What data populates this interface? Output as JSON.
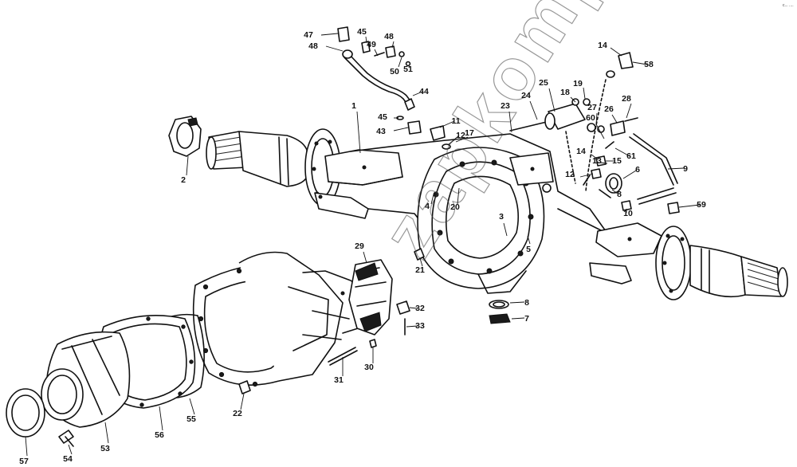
{
  "watermark": "zapkomp.ru",
  "corner_mark": "c... ....",
  "labels": [
    {
      "n": "1"
    },
    {
      "n": "2"
    },
    {
      "n": "3"
    },
    {
      "n": "4"
    },
    {
      "n": "5"
    },
    {
      "n": "6"
    },
    {
      "n": "7"
    },
    {
      "n": "8"
    },
    {
      "n": "8"
    },
    {
      "n": "9"
    },
    {
      "n": "10"
    },
    {
      "n": "11"
    },
    {
      "n": "12"
    },
    {
      "n": "12"
    },
    {
      "n": "13"
    },
    {
      "n": "14"
    },
    {
      "n": "14"
    },
    {
      "n": "15"
    },
    {
      "n": "17"
    },
    {
      "n": "18"
    },
    {
      "n": "19"
    },
    {
      "n": "20"
    },
    {
      "n": "21"
    },
    {
      "n": "22"
    },
    {
      "n": "23"
    },
    {
      "n": "24"
    },
    {
      "n": "25"
    },
    {
      "n": "26"
    },
    {
      "n": "27"
    },
    {
      "n": "28"
    },
    {
      "n": "29"
    },
    {
      "n": "30"
    },
    {
      "n": "31"
    },
    {
      "n": "32"
    },
    {
      "n": "33"
    },
    {
      "n": "43"
    },
    {
      "n": "44"
    },
    {
      "n": "45"
    },
    {
      "n": "45"
    },
    {
      "n": "47"
    },
    {
      "n": "48"
    },
    {
      "n": "48"
    },
    {
      "n": "49"
    },
    {
      "n": "50"
    },
    {
      "n": "51"
    },
    {
      "n": "53"
    },
    {
      "n": "54"
    },
    {
      "n": "55"
    },
    {
      "n": "56"
    },
    {
      "n": "57"
    },
    {
      "n": "58"
    },
    {
      "n": "59"
    },
    {
      "n": "60"
    },
    {
      "n": "61"
    }
  ]
}
